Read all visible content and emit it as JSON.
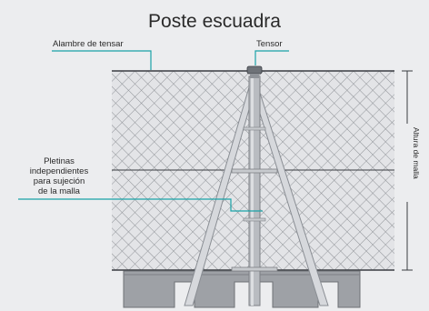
{
  "title": "Poste escuadra",
  "labels": {
    "tension_wire": "Alambre de tensar",
    "tensor": "Tensor",
    "plates_line1": "Pletinas",
    "plates_line2": "independientes",
    "plates_line3": "para sujeción",
    "plates_line4": "de la malla",
    "mesh_height": "Altura de malla"
  },
  "colors": {
    "background": "#ecedef",
    "mesh": "#8c8f94",
    "post": "#9aa0a6",
    "post_light": "#d6d8dc",
    "leader": "#1aa3a8",
    "wire": "#3a3d42",
    "concrete": "#9ea1a6"
  }
}
